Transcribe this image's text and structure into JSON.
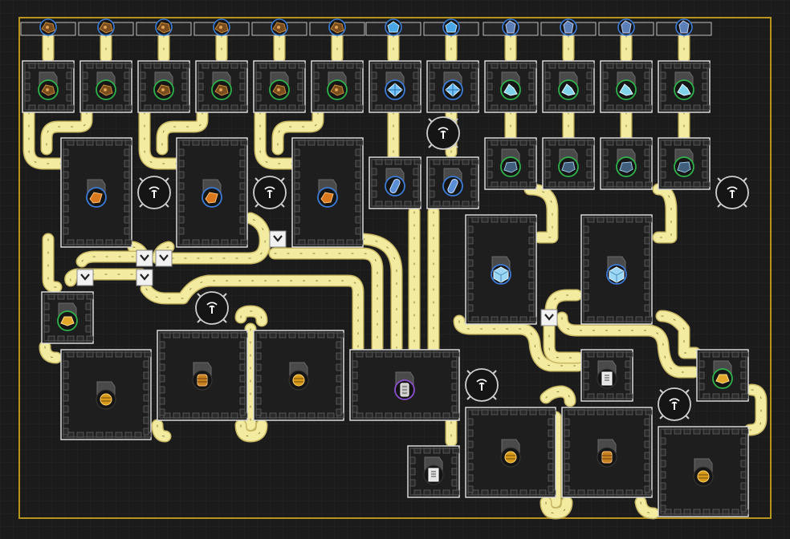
{
  "theme": {
    "background": "#1b1b1b",
    "grid": "#262626",
    "border": "#b8941e",
    "belt": "#f3eba0",
    "belt_edge": "#c8b763",
    "machine_fill": "#1e1e1e",
    "machine_edge": "#d8d8d8",
    "ring_green": "#2fb24a",
    "ring_blue": "#3b7bd6",
    "ring_purple": "#8a4fd0"
  },
  "inputs": [
    {
      "resource": "copper-ore-icon",
      "ring": "blue"
    },
    {
      "resource": "copper-ore-icon",
      "ring": "blue"
    },
    {
      "resource": "copper-ore-icon",
      "ring": "blue"
    },
    {
      "resource": "copper-ore-icon",
      "ring": "blue"
    },
    {
      "resource": "copper-ore-icon",
      "ring": "blue"
    },
    {
      "resource": "copper-ore-icon",
      "ring": "blue"
    },
    {
      "resource": "crystal-ore-icon",
      "ring": "blue"
    },
    {
      "resource": "crystal-ore-icon",
      "ring": "blue"
    },
    {
      "resource": "quartz-ore-icon",
      "ring": "blue"
    },
    {
      "resource": "quartz-ore-icon",
      "ring": "blue"
    },
    {
      "resource": "quartz-ore-icon",
      "ring": "blue"
    },
    {
      "resource": "quartz-ore-icon",
      "ring": "blue"
    }
  ],
  "machines": [
    {
      "kind": "refiner",
      "icon": "copper-chunk-icon",
      "ring": "green"
    },
    {
      "kind": "refiner",
      "icon": "copper-chunk-icon",
      "ring": "green"
    },
    {
      "kind": "refiner",
      "icon": "copper-chunk-icon",
      "ring": "green"
    },
    {
      "kind": "refiner",
      "icon": "copper-chunk-icon",
      "ring": "green"
    },
    {
      "kind": "refiner",
      "icon": "copper-chunk-icon",
      "ring": "green"
    },
    {
      "kind": "refiner",
      "icon": "copper-chunk-icon",
      "ring": "green"
    },
    {
      "kind": "refiner",
      "icon": "crystal-shard-icon",
      "ring": "blue"
    },
    {
      "kind": "refiner",
      "icon": "crystal-shard-icon",
      "ring": "blue"
    },
    {
      "kind": "refiner",
      "icon": "quartz-crystal-icon",
      "ring": "green"
    },
    {
      "kind": "refiner",
      "icon": "quartz-crystal-icon",
      "ring": "green"
    },
    {
      "kind": "refiner",
      "icon": "quartz-crystal-icon",
      "ring": "green"
    },
    {
      "kind": "refiner",
      "icon": "quartz-crystal-icon",
      "ring": "green"
    },
    {
      "kind": "furnace",
      "icon": "copper-ingot-icon",
      "ring": "blue"
    },
    {
      "kind": "furnace",
      "icon": "copper-ingot-icon",
      "ring": "blue"
    },
    {
      "kind": "furnace",
      "icon": "copper-ingot-icon",
      "ring": "blue"
    },
    {
      "kind": "processor",
      "icon": "blue-capsule-icon",
      "ring": "blue"
    },
    {
      "kind": "processor",
      "icon": "blue-capsule-icon",
      "ring": "blue"
    },
    {
      "kind": "smelter",
      "icon": "silica-icon",
      "ring": "green"
    },
    {
      "kind": "smelter",
      "icon": "silica-icon",
      "ring": "green"
    },
    {
      "kind": "smelter",
      "icon": "silica-icon",
      "ring": "green"
    },
    {
      "kind": "smelter",
      "icon": "silica-icon",
      "ring": "green"
    },
    {
      "kind": "furnace",
      "icon": "glass-cube-icon",
      "ring": "blue"
    },
    {
      "kind": "furnace",
      "icon": "glass-cube-icon",
      "ring": "blue"
    },
    {
      "kind": "smelter",
      "icon": "gold-nugget-icon",
      "ring": "green"
    },
    {
      "kind": "assembler",
      "icon": "wire-coil-icon",
      "ring": "none"
    },
    {
      "kind": "assembler",
      "icon": "copper-wire-icon",
      "ring": "none"
    },
    {
      "kind": "assembler",
      "icon": "wire-coil-icon",
      "ring": "none"
    },
    {
      "kind": "assembler",
      "icon": "circuit-chip-icon",
      "ring": "purple"
    },
    {
      "kind": "storage",
      "icon": "document-icon",
      "ring": "none"
    },
    {
      "kind": "storage",
      "icon": "document-icon",
      "ring": "none"
    },
    {
      "kind": "smelter",
      "icon": "gold-nugget-icon",
      "ring": "green"
    },
    {
      "kind": "assembler",
      "icon": "wire-coil-icon",
      "ring": "none"
    },
    {
      "kind": "assembler",
      "icon": "copper-wire-icon",
      "ring": "none"
    },
    {
      "kind": "assembler",
      "icon": "wire-coil-icon",
      "ring": "none"
    }
  ],
  "power_nodes": [
    {
      "icon": "power-pylon-icon"
    },
    {
      "icon": "power-pylon-icon"
    },
    {
      "icon": "power-pylon-icon"
    },
    {
      "icon": "power-pylon-icon"
    },
    {
      "icon": "power-pylon-icon"
    },
    {
      "icon": "power-pylon-icon"
    },
    {
      "icon": "power-pylon-icon"
    }
  ],
  "splitters": [
    {
      "icon": "splitter-icon"
    },
    {
      "icon": "splitter-icon"
    },
    {
      "icon": "splitter-icon"
    },
    {
      "icon": "splitter-icon"
    },
    {
      "icon": "splitter-icon"
    },
    {
      "icon": "splitter-icon"
    }
  ]
}
